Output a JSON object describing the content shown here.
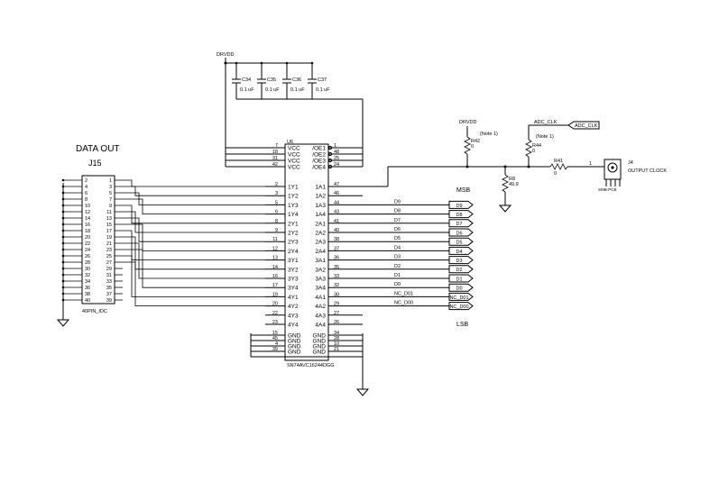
{
  "title": "DATA OUT",
  "connector": {
    "ref": "J15",
    "part": "40PIN_IDC",
    "even": [
      "2",
      "4",
      "6",
      "8",
      "10",
      "12",
      "14",
      "16",
      "18",
      "20",
      "22",
      "24",
      "26",
      "28",
      "30",
      "32",
      "34",
      "36",
      "38",
      "40"
    ],
    "odd": [
      "1",
      "3",
      "5",
      "7",
      "9",
      "11",
      "13",
      "15",
      "17",
      "19",
      "21",
      "23",
      "25",
      "27",
      "29",
      "31",
      "33",
      "35",
      "37",
      "39"
    ]
  },
  "power": {
    "drvdd": "DRVDD"
  },
  "caps": [
    {
      "ref": "C34",
      "val": "0.1 uF"
    },
    {
      "ref": "C35",
      "val": "0.1 uF"
    },
    {
      "ref": "C36",
      "val": "0.1 uF"
    },
    {
      "ref": "C37",
      "val": "0.1 uF"
    }
  ],
  "ic": {
    "ref": "U6",
    "part": "SN74AVC16244DGG",
    "vcc": [
      {
        "lp": "7",
        "ln": "VCC",
        "rn": "/OE1",
        "rp": "1"
      },
      {
        "lp": "18",
        "ln": "VCC",
        "rn": "/OE2",
        "rp": "48"
      },
      {
        "lp": "31",
        "ln": "VCC",
        "rn": "/OE3",
        "rp": "25"
      },
      {
        "lp": "42",
        "ln": "VCC",
        "rn": "/OE4",
        "rp": "24"
      }
    ],
    "io": [
      {
        "lp": "2",
        "ln": "1Y1",
        "rn": "1A1",
        "rp": "47"
      },
      {
        "lp": "3",
        "ln": "1Y2",
        "rn": "1A2",
        "rp": "46"
      },
      {
        "lp": "5",
        "ln": "1Y3",
        "rn": "1A3",
        "rp": "44"
      },
      {
        "lp": "6",
        "ln": "1Y4",
        "rn": "1A4",
        "rp": "43"
      },
      {
        "lp": "8",
        "ln": "2Y1",
        "rn": "2A1",
        "rp": "41"
      },
      {
        "lp": "9",
        "ln": "2Y2",
        "rn": "2A2",
        "rp": "40"
      },
      {
        "lp": "11",
        "ln": "2Y3",
        "rn": "2A3",
        "rp": "38"
      },
      {
        "lp": "12",
        "ln": "2Y4",
        "rn": "2A4",
        "rp": "37"
      },
      {
        "lp": "13",
        "ln": "3Y1",
        "rn": "3A1",
        "rp": "36"
      },
      {
        "lp": "14",
        "ln": "3Y2",
        "rn": "3A2",
        "rp": "35"
      },
      {
        "lp": "16",
        "ln": "3Y3",
        "rn": "3A3",
        "rp": "33"
      },
      {
        "lp": "17",
        "ln": "3Y4",
        "rn": "3A4",
        "rp": "32"
      },
      {
        "lp": "19",
        "ln": "4Y1",
        "rn": "4A1",
        "rp": "30"
      },
      {
        "lp": "20",
        "ln": "4Y2",
        "rn": "4A2",
        "rp": "29"
      },
      {
        "lp": "22",
        "ln": "4Y3",
        "rn": "4A3",
        "rp": "27"
      },
      {
        "lp": "23",
        "ln": "4Y4",
        "rn": "4A4",
        "rp": "26"
      }
    ],
    "gnd": [
      {
        "lp": "15",
        "ln": "GND",
        "rn": "GND",
        "rp": "34"
      },
      {
        "lp": "45",
        "ln": "GND",
        "rn": "GND",
        "rp": "28"
      },
      {
        "lp": "4",
        "ln": "GND",
        "rn": "GND",
        "rp": "10"
      },
      {
        "lp": "39",
        "ln": "GND",
        "rn": "GND",
        "rp": "21"
      }
    ]
  },
  "nets": [
    {
      "net": "D9",
      "port": "D9"
    },
    {
      "net": "D8",
      "port": "D8"
    },
    {
      "net": "D7",
      "port": "D7"
    },
    {
      "net": "D6",
      "port": "D6"
    },
    {
      "net": "D5",
      "port": "D5"
    },
    {
      "net": "D4",
      "port": "D4"
    },
    {
      "net": "D3",
      "port": "D3"
    },
    {
      "net": "D2",
      "port": "D2"
    },
    {
      "net": "D1",
      "port": "D1"
    },
    {
      "net": "D0",
      "port": "D0"
    },
    {
      "net": "NC_D01",
      "port": "NC_D01"
    },
    {
      "net": "NC_D00",
      "port": "NC_D00"
    }
  ],
  "msb": "MSB",
  "lsb": "LSB",
  "clock": {
    "r42": {
      "ref": "R42",
      "val": "0"
    },
    "r44": {
      "ref": "R44",
      "val": "0"
    },
    "r8": {
      "ref": "R8",
      "val": "49.9"
    },
    "r41": {
      "ref": "R41",
      "val": "0"
    },
    "note": "(Note 1)",
    "net": "ADC_CLK",
    "port": "ADC_CLK",
    "j4": {
      "ref": "J4",
      "label": "OUTPUT CLOCK",
      "pin": "1",
      "sub": "SMB-PCB"
    }
  }
}
